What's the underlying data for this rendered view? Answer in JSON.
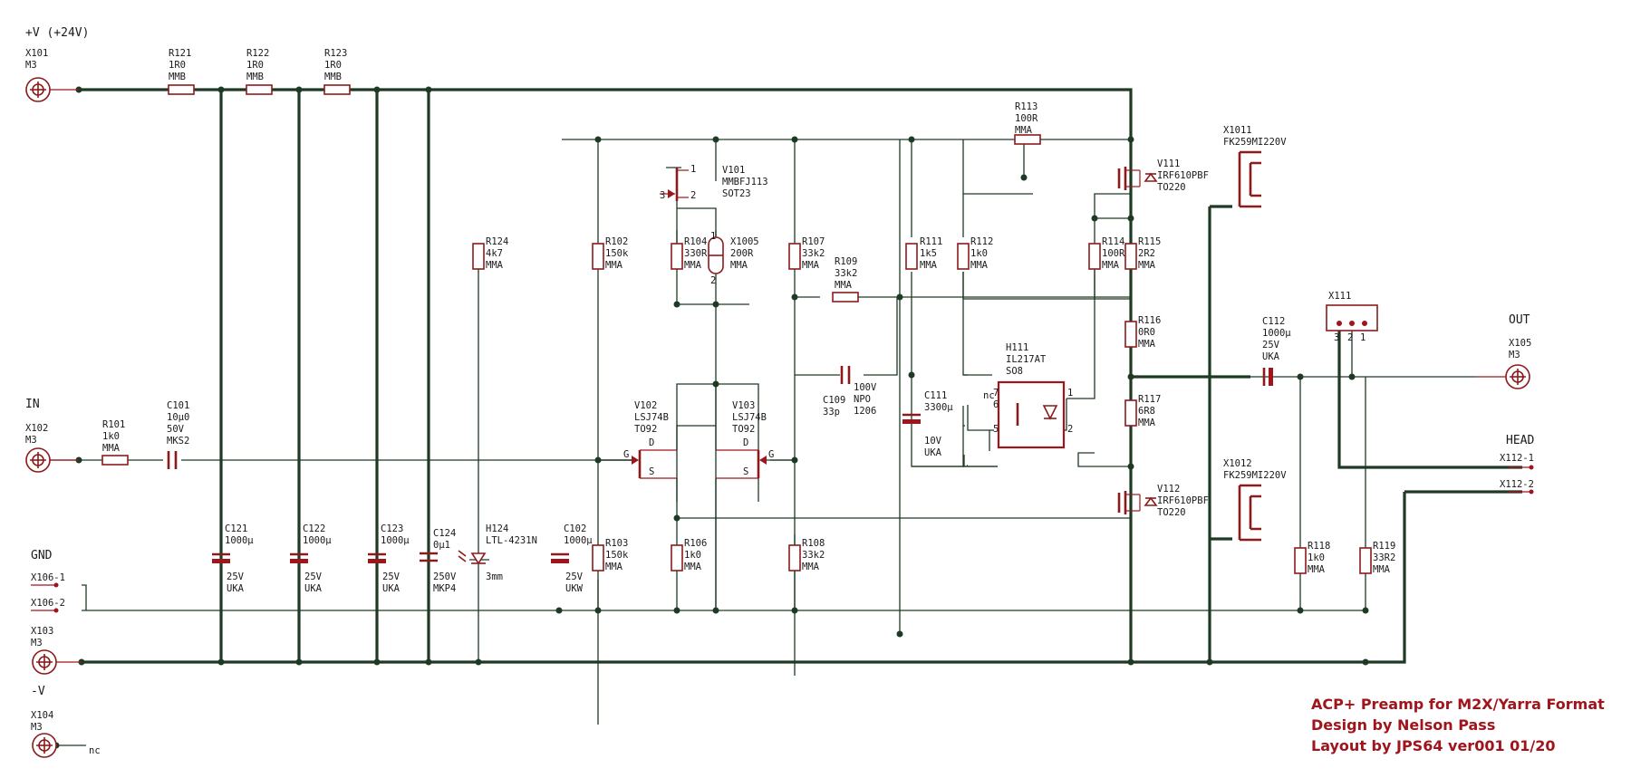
{
  "rails": {
    "vplus": "+V (+24V)",
    "in": "IN",
    "gnd": "GND",
    "vminus": "-V",
    "out": "OUT",
    "head": "HEAD",
    "nc": "nc"
  },
  "title_block": {
    "line1": "ACP+ Preamp for M2X/Yarra Format",
    "line2": "Design by Nelson Pass",
    "line3": "Layout by JPS64   ver001   01/20"
  },
  "parts": {
    "X101": [
      "X101",
      "M3"
    ],
    "X102": [
      "X102",
      "M3"
    ],
    "X103": [
      "X103",
      "M3"
    ],
    "X104": [
      "X104",
      "M3"
    ],
    "X105": [
      "X105",
      "M3"
    ],
    "X106_1": [
      "X106-1"
    ],
    "X106_2": [
      "X106-2"
    ],
    "X112_1": [
      "X112-1"
    ],
    "X112_2": [
      "X112-2"
    ],
    "R121": [
      "R121",
      "1R0",
      "MMB"
    ],
    "R122": [
      "R122",
      "1R0",
      "MMB"
    ],
    "R123": [
      "R123",
      "1R0",
      "MMB"
    ],
    "R101": [
      "R101",
      "1k0",
      "MMA"
    ],
    "C101": [
      "C101",
      "10µ0",
      "50V",
      "MKS2"
    ],
    "C121": [
      "C121",
      "1000µ"
    ],
    "C121b": [
      "25V",
      "UKA"
    ],
    "C122": [
      "C122",
      "1000µ"
    ],
    "C122b": [
      "25V",
      "UKA"
    ],
    "C123": [
      "C123",
      "1000µ"
    ],
    "C123b": [
      "25V",
      "UKA"
    ],
    "C124": [
      "C124",
      "0µ1"
    ],
    "C124b": [
      "250V",
      "MKP4"
    ],
    "H124": [
      "H124",
      "LTL-4231N"
    ],
    "H124b": [
      "3mm"
    ],
    "R124": [
      "R124",
      "4k7",
      "MMA"
    ],
    "C102": [
      "C102",
      "1000µ"
    ],
    "C102b": [
      "25V",
      "UKW"
    ],
    "R102": [
      "R102",
      "150k",
      "MMA"
    ],
    "R103": [
      "R103",
      "150k",
      "MMA"
    ],
    "V101": [
      "V101",
      "MMBFJ113",
      "SOT23"
    ],
    "R104": [
      "R104",
      "330R",
      "MMA"
    ],
    "X1005": [
      "X1005",
      "200R",
      "MMA"
    ],
    "V102": [
      "V102",
      "LSJ74B",
      "TO92"
    ],
    "V103": [
      "V103",
      "LSJ74B",
      "TO92"
    ],
    "R106": [
      "R106",
      "1k0",
      "MMA"
    ],
    "R107": [
      "R107",
      "33k2",
      "MMA"
    ],
    "R108": [
      "R108",
      "33k2",
      "MMA"
    ],
    "R109": [
      "R109",
      "33k2",
      "MMA"
    ],
    "C109": [
      "C109",
      "33p"
    ],
    "C109b": [
      "100V",
      "NPO",
      "1206"
    ],
    "R111": [
      "R111",
      "1k5",
      "MMA"
    ],
    "C111": [
      "C111",
      "3300µ"
    ],
    "C111b": [
      "10V",
      "UKA"
    ],
    "R112": [
      "R112",
      "1k0",
      "MMA"
    ],
    "H111": [
      "H111",
      "IL217AT",
      "SO8"
    ],
    "R113": [
      "R113",
      "100R",
      "MMA"
    ],
    "R114": [
      "R114",
      "100R",
      "MMA"
    ],
    "R115": [
      "R115",
      "2R2",
      "MMA"
    ],
    "R116": [
      "R116",
      "0R0",
      "MMA"
    ],
    "R117": [
      "R117",
      "6R8",
      "MMA"
    ],
    "V111": [
      "V111",
      "IRF610PBF",
      "TO220"
    ],
    "V112": [
      "V112",
      "IRF610PBF",
      "TO220"
    ],
    "X1011": [
      "X1011",
      "FK259MI220V"
    ],
    "X1012": [
      "X1012",
      "FK259MI220V"
    ],
    "C112": [
      "C112",
      "1000µ",
      "25V",
      "UKA"
    ],
    "X111": [
      "X111"
    ],
    "R118": [
      "R118",
      "1k0",
      "MMA"
    ],
    "R119": [
      "R119",
      "33R2",
      "MMA"
    ]
  },
  "pins": {
    "v101": [
      "1",
      "2",
      "3"
    ],
    "x1005": [
      "1",
      "2"
    ],
    "gate": "G",
    "drain": "D",
    "source": "S",
    "h111": [
      "7",
      "6",
      "5",
      "1",
      "2"
    ],
    "x111": [
      "3",
      "2",
      "1"
    ]
  }
}
